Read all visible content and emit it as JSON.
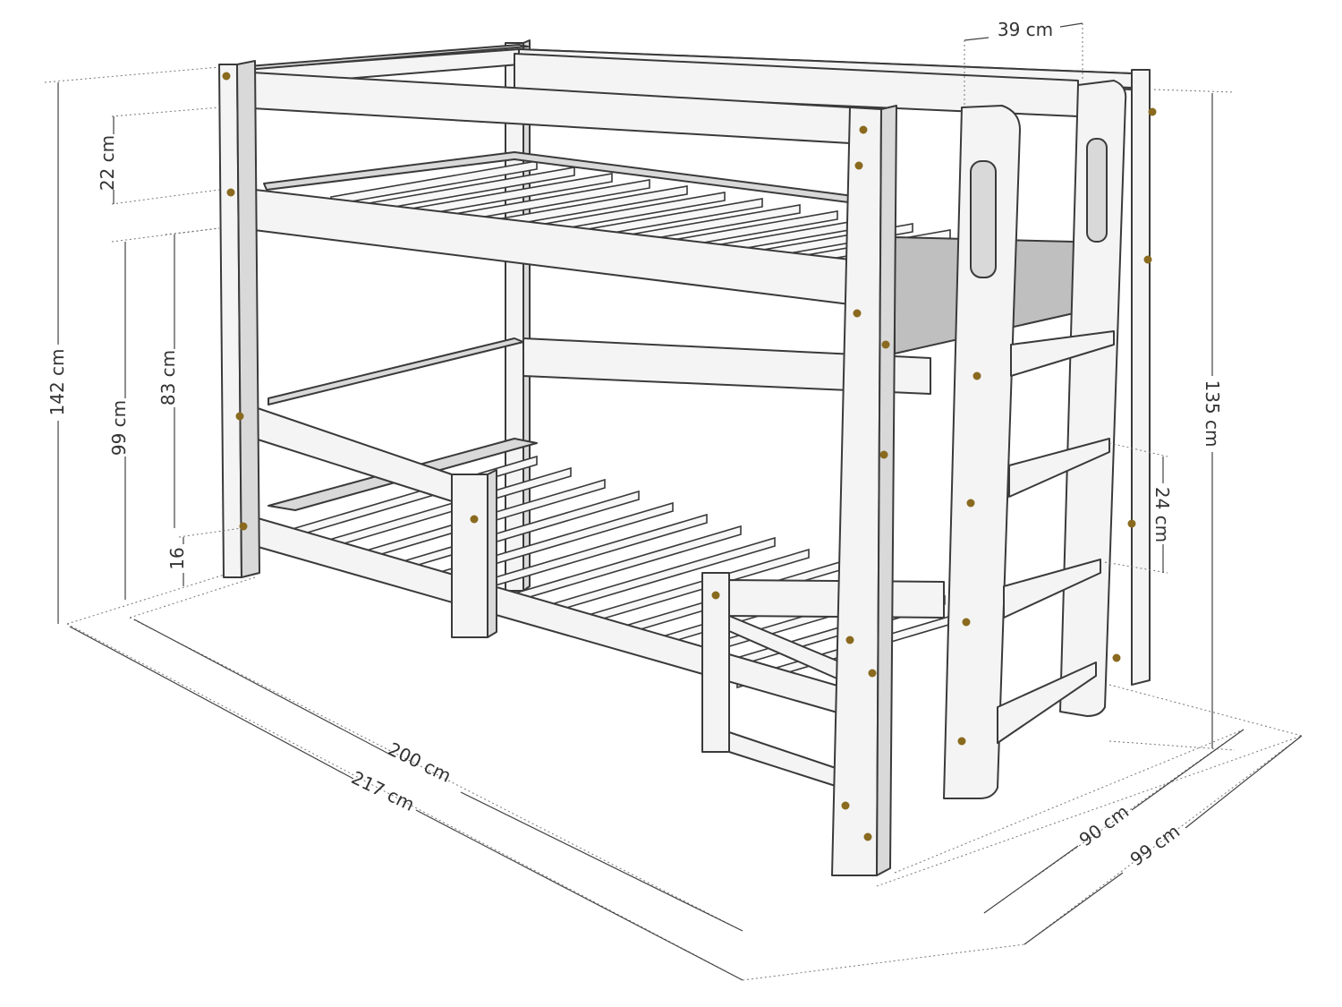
{
  "dimensions": {
    "total_height": "142 cm",
    "upper_rail_height": "22 cm",
    "lower_clearance": "99 cm",
    "lower_bed_to_upper": "83 cm",
    "bottom_clearance": "16",
    "ladder_width": "39 cm",
    "ladder_height": "135 cm",
    "step_spacing": "24 cm",
    "mattress_length": "200 cm",
    "total_length": "217 cm",
    "mattress_width": "90 cm",
    "total_width": "99 cm"
  },
  "colors": {
    "wood": "#f4f4f4",
    "outline": "#3a3a3a",
    "bolt": "#8a6a1f"
  }
}
